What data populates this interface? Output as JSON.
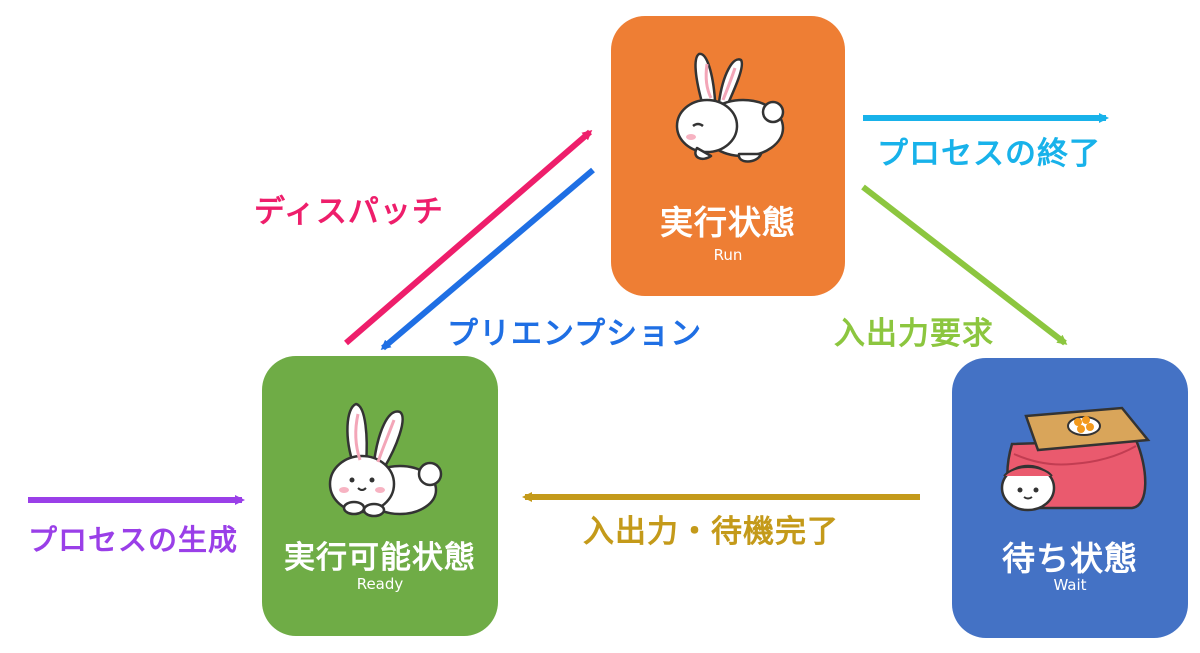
{
  "colors": {
    "run": "#EE7E34",
    "ready": "#6FAC46",
    "wait": "#4472C5",
    "dispatch": "#EE1E6B",
    "preemption": "#1F6FE4",
    "terminate": "#18B2EA",
    "io_request": "#8CC63F",
    "io_complete": "#C49A1A",
    "create": "#9A3FE8"
  },
  "states": {
    "run": {
      "title": "実行状態",
      "subtitle": "Run",
      "icon": "hopping-rabbit-icon"
    },
    "ready": {
      "title": "実行可能状態",
      "subtitle": "Ready",
      "icon": "sitting-rabbit-icon"
    },
    "wait": {
      "title": "待ち状態",
      "subtitle": "Wait",
      "icon": "rabbit-under-kotatsu-icon"
    }
  },
  "transitions": {
    "dispatch": "ディスパッチ",
    "preemption": "プリエンプション",
    "terminate": "プロセスの終了",
    "io_request": "入出力要求",
    "io_complete": "入出力・待機完了",
    "create": "プロセスの生成"
  }
}
